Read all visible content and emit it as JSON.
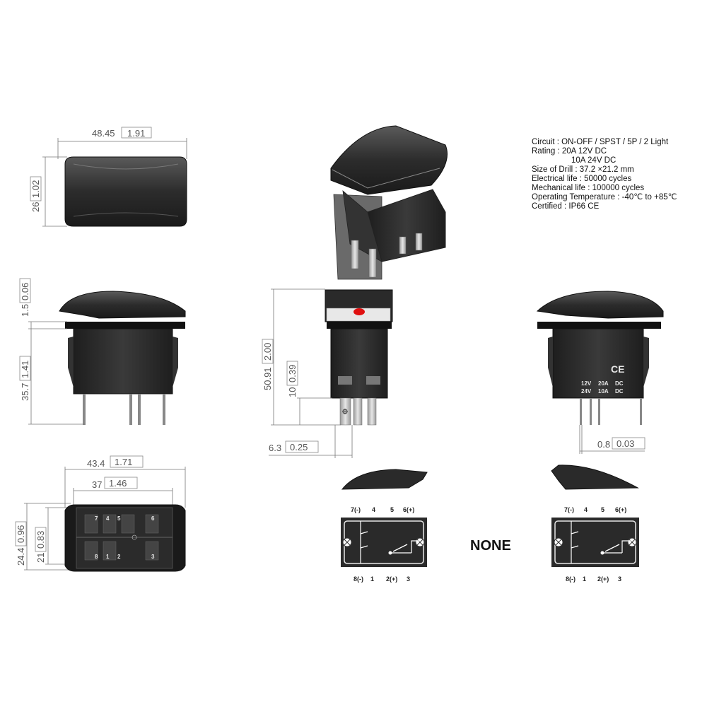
{
  "dimensions": {
    "width_top": "48.45",
    "width_top_in": "1.91",
    "height_top": "26",
    "height_top_in": "1.02",
    "actuator_gap": "1.5",
    "actuator_gap_in": "0.06",
    "body_height": "35.7",
    "body_height_in": "1.41",
    "total_height": "50.91",
    "total_height_in": "2.00",
    "pin_length": "10",
    "pin_length_in": "0.39",
    "pin_spacing": "6.3",
    "pin_spacing_in": "0.25",
    "pin_thickness": "0.8",
    "pin_thickness_in": "0.03",
    "bottom_outer_width": "43.4",
    "bottom_outer_width_in": "1.71",
    "bottom_inner_width": "37",
    "bottom_inner_width_in": "1.46",
    "bottom_outer_height": "24.4",
    "bottom_outer_height_in": "0.96",
    "bottom_inner_height": "21",
    "bottom_inner_height_in": "0.83"
  },
  "specs": {
    "line1": "Circuit : ON-OFF / SPST / 5P / 2 Light",
    "line2": "Rating : 20A 12V DC",
    "line3": "10A 24V DC",
    "line4": "Size of Drill : 37.2 ×21.2 mm",
    "line5": "Electrical life : 50000 cycles",
    "line6": "Mechanical life : 100000 cycles",
    "line7": "Operating Temperature : -40℃ to +85℃",
    "line8": "Certified : IP66  CE"
  },
  "side_label": {
    "ce": "CE",
    "row1_v": "12V",
    "row1_a": "20A",
    "row1_t": "DC",
    "row2_v": "24V",
    "row2_a": "10A",
    "row2_t": "DC"
  },
  "bottom_pins": {
    "p7": "7",
    "p4": "4",
    "p5": "5",
    "p6": "6",
    "p8": "8",
    "p1": "1",
    "p2": "2",
    "p3": "3"
  },
  "wiring_left": {
    "top": [
      "7(-)",
      "4",
      "5",
      "6(+)"
    ],
    "bottom": [
      "8(-)",
      "1",
      "2(+)",
      "3"
    ]
  },
  "wiring_right": {
    "top": [
      "7(-)",
      "4",
      "5",
      "6(+)"
    ],
    "bottom": [
      "8(-)",
      "1",
      "2(+)",
      "3"
    ]
  },
  "none_label": "NONE",
  "colors": {
    "body": "#2a2a2a",
    "led": "#e01010",
    "line": "#777777"
  }
}
